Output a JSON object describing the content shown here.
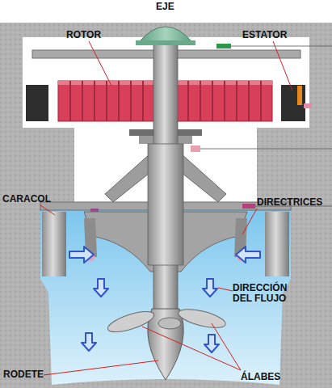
{
  "diagram": {
    "labels": [
      "EJE",
      "ROTOR",
      "ESTATOR",
      "CARACOL",
      "DIRECTRICES",
      "DIRECCIÓN DEL FLUJO",
      "RODETE",
      "ÁLABES"
    ]
  }
}
